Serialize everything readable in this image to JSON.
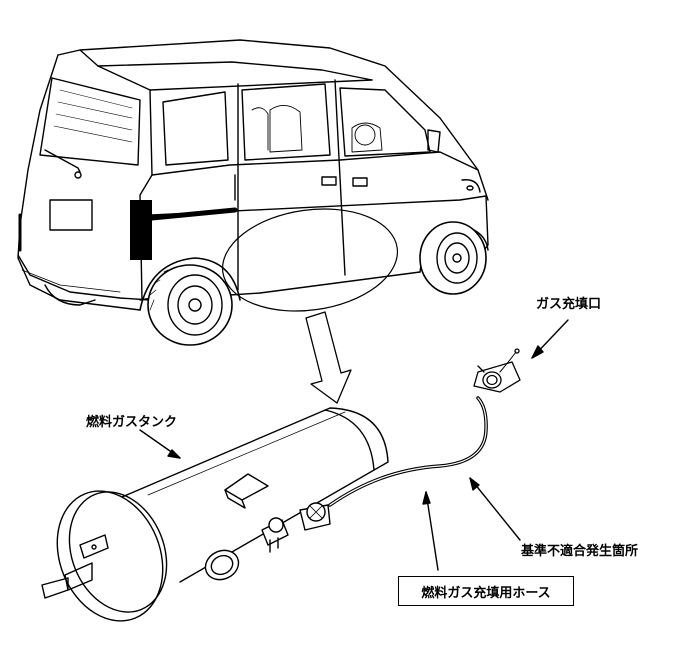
{
  "labels": {
    "fill_port": "ガス充填口",
    "tank": "燃料ガスタンク",
    "defect_location": "基準不適合発生箇所",
    "hose": "燃料ガス充填用ホース"
  },
  "icons": {
    "vehicle": "minivan-rear-three-quarter-icon",
    "tank": "cylindrical-gas-tank-icon",
    "indicator": "down-arrow-icon"
  }
}
